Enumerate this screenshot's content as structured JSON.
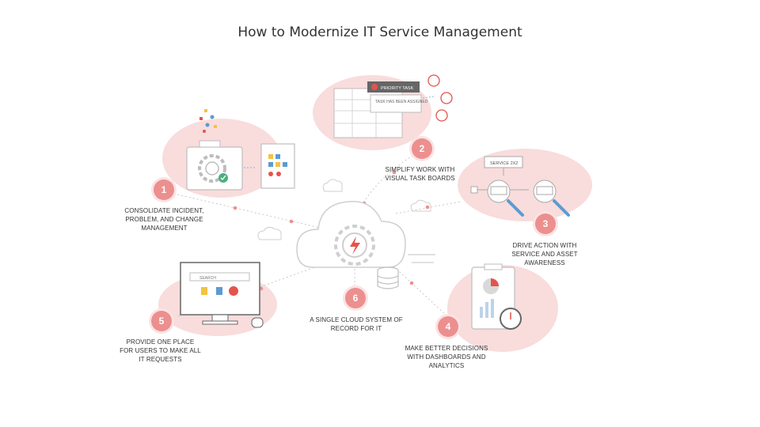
{
  "title": "How to Modernize IT Service Management",
  "steps": [
    {
      "number": "1",
      "label": "CONSOLIDATE INCIDENT, PROBLEM, AND CHANGE MANAGEMENT"
    },
    {
      "number": "2",
      "label": "SIMPLIFY WORK WITH VISUAL TASK BOARDS"
    },
    {
      "number": "3",
      "label": "DRIVE ACTION WITH SERVICE AND ASSET AWARENESS"
    },
    {
      "number": "4",
      "label": "MAKE BETTER DECISIONS WITH DASHBOARDS AND ANALYTICS"
    },
    {
      "number": "5",
      "label": "PROVIDE ONE PLACE FOR USERS TO MAKE ALL IT REQUESTS"
    },
    {
      "number": "6",
      "label": "A SINGLE CLOUD SYSTEM OF RECORD FOR IT"
    }
  ],
  "task_board": {
    "priority": "PRIORITY TASK",
    "assigned": "TASK HAS BEEN ASSIGNED"
  },
  "service_sign": "SERVICE 2X2",
  "portal": {
    "search": "SEARCH"
  },
  "colors": {
    "accent": "#ec8f8f",
    "blob": "#f9dcdc",
    "line": "#c9c9c9",
    "icon_red": "#e5534b"
  }
}
